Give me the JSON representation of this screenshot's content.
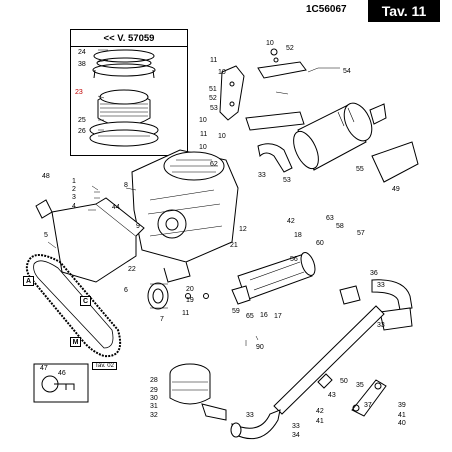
{
  "header": {
    "code": "1C56067",
    "tav": "Tav. 11"
  },
  "inset": {
    "title": "<< V. 57059"
  },
  "reference": "Tav. 02",
  "section_letters": [
    "A",
    "C",
    "M"
  ],
  "part_labels": [
    {
      "id": "l24",
      "text": "24"
    },
    {
      "id": "l38",
      "text": "38"
    },
    {
      "id": "l23",
      "text": "23",
      "red": true
    },
    {
      "id": "l25",
      "text": "25"
    },
    {
      "id": "l26",
      "text": "26"
    },
    {
      "id": "l11a",
      "text": "11"
    },
    {
      "id": "l10a",
      "text": "10"
    },
    {
      "id": "l10b",
      "text": "10"
    },
    {
      "id": "l52a",
      "text": "52"
    },
    {
      "id": "l54",
      "text": "54"
    },
    {
      "id": "l51",
      "text": "51"
    },
    {
      "id": "l52b",
      "text": "52"
    },
    {
      "id": "l53a",
      "text": "53"
    },
    {
      "id": "l10c",
      "text": "10"
    },
    {
      "id": "l11b",
      "text": "11"
    },
    {
      "id": "l10d",
      "text": "10"
    },
    {
      "id": "l10e",
      "text": "10"
    },
    {
      "id": "l62",
      "text": "62"
    },
    {
      "id": "l33a",
      "text": "33"
    },
    {
      "id": "l53b",
      "text": "53"
    },
    {
      "id": "l55",
      "text": "55"
    },
    {
      "id": "l49",
      "text": "49"
    },
    {
      "id": "l48",
      "text": "48"
    },
    {
      "id": "l1",
      "text": "1"
    },
    {
      "id": "l2",
      "text": "2"
    },
    {
      "id": "l3",
      "text": "3"
    },
    {
      "id": "l4",
      "text": "4"
    },
    {
      "id": "l8",
      "text": "8"
    },
    {
      "id": "l44",
      "text": "44"
    },
    {
      "id": "l9",
      "text": "9"
    },
    {
      "id": "l5",
      "text": "5"
    },
    {
      "id": "l22",
      "text": "22"
    },
    {
      "id": "l12",
      "text": "12"
    },
    {
      "id": "l21",
      "text": "21"
    },
    {
      "id": "l42a",
      "text": "42"
    },
    {
      "id": "l63",
      "text": "63"
    },
    {
      "id": "l58",
      "text": "58"
    },
    {
      "id": "l18",
      "text": "18"
    },
    {
      "id": "l60",
      "text": "60"
    },
    {
      "id": "l57",
      "text": "57"
    },
    {
      "id": "l56",
      "text": "56"
    },
    {
      "id": "l36",
      "text": "36"
    },
    {
      "id": "l33b",
      "text": "33"
    },
    {
      "id": "l33c",
      "text": "33"
    },
    {
      "id": "l6",
      "text": "6"
    },
    {
      "id": "l7",
      "text": "7"
    },
    {
      "id": "l20",
      "text": "20"
    },
    {
      "id": "l19",
      "text": "19"
    },
    {
      "id": "l11c",
      "text": "11"
    },
    {
      "id": "l59",
      "text": "59"
    },
    {
      "id": "l65",
      "text": "65"
    },
    {
      "id": "l16",
      "text": "16"
    },
    {
      "id": "l17",
      "text": "17"
    },
    {
      "id": "l90",
      "text": "90"
    },
    {
      "id": "l47",
      "text": "47"
    },
    {
      "id": "l46",
      "text": "46"
    },
    {
      "id": "l28",
      "text": "28"
    },
    {
      "id": "l29",
      "text": "29"
    },
    {
      "id": "l30",
      "text": "30"
    },
    {
      "id": "l31",
      "text": "31"
    },
    {
      "id": "l32",
      "text": "32"
    },
    {
      "id": "l33d",
      "text": "33"
    },
    {
      "id": "l34",
      "text": "34"
    },
    {
      "id": "l33e",
      "text": "33"
    },
    {
      "id": "l50",
      "text": "50"
    },
    {
      "id": "l35",
      "text": "35"
    },
    {
      "id": "l43",
      "text": "43"
    },
    {
      "id": "l42b",
      "text": "42"
    },
    {
      "id": "l41a",
      "text": "41"
    },
    {
      "id": "l39",
      "text": "39"
    },
    {
      "id": "l41b",
      "text": "41"
    },
    {
      "id": "l40",
      "text": "40"
    },
    {
      "id": "l37",
      "text": "37"
    }
  ]
}
